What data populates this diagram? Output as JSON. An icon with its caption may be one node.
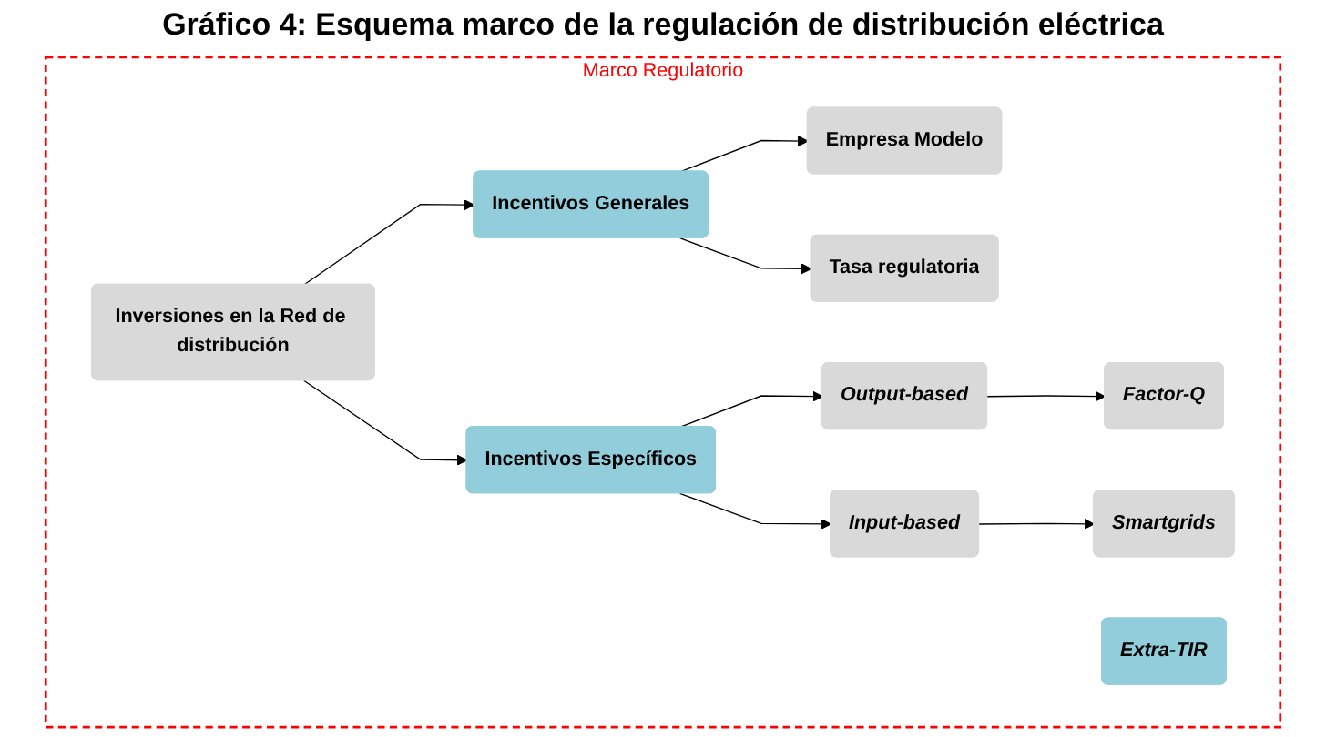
{
  "diagram": {
    "title": "Gráfico 4: Esquema marco de la regulación de distribución eléctrica",
    "nodes": [
      {
        "text": [
          "Marco Regulatorio"
        ]
      },
      {
        "text": [
          "Inversiones en la Red de distribución"
        ],
        "in": 0
      },
      {
        "text": [
          "Incentivos Generales"
        ],
        "in": 0
      },
      {
        "text": [
          "Incentivos Específicos"
        ],
        "in": 0
      },
      {
        "text": [
          "Empresa Modelo"
        ],
        "in": 0
      },
      {
        "text": [
          "Tasa regulatoria"
        ],
        "in": 0
      },
      {
        "text": [
          "Output-based"
        ],
        "in": 0
      },
      {
        "text": [
          "Input-based"
        ],
        "in": 0
      },
      {
        "text": [
          "Factor-Q"
        ],
        "in": 0
      },
      {
        "text": [
          "Smartgrids"
        ],
        "in": 0
      },
      {
        "text": [
          "Extra-TIR"
        ],
        "in": 0
      }
    ],
    "edges": [
      {
        "from": 1,
        "to": 2,
        "arrow": "to"
      },
      {
        "from": 1,
        "to": 3,
        "arrow": "to"
      },
      {
        "from": 2,
        "to": 4,
        "arrow": "to"
      },
      {
        "from": 2,
        "to": 5,
        "arrow": "to"
      },
      {
        "from": 3,
        "to": 6,
        "arrow": "to"
      },
      {
        "from": 3,
        "to": 7,
        "arrow": "to"
      },
      {
        "from": 6,
        "to": 8,
        "arrow": "to"
      },
      {
        "from": 7,
        "to": 9,
        "arrow": "to"
      }
    ]
  }
}
